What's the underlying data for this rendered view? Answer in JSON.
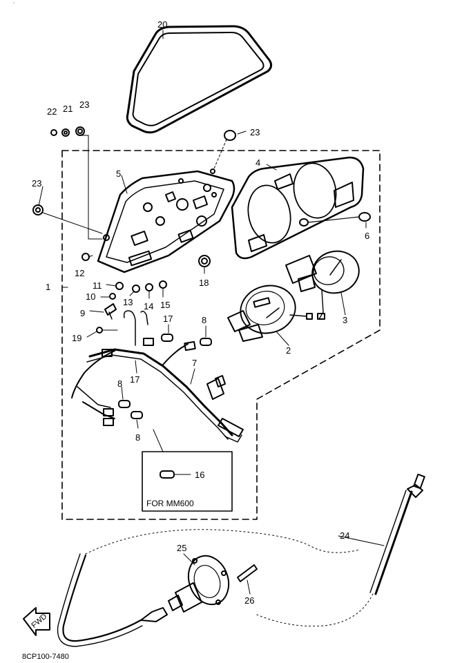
{
  "diagram_code": "8CP100-7480",
  "subset_box_label": "FOR MM600",
  "direction_marker": "FWD",
  "callouts": {
    "c1": "1",
    "c2": "2",
    "c3": "3",
    "c4": "4",
    "c5": "5",
    "c6": "6",
    "c7": "7",
    "c8a": "8",
    "c8b": "8",
    "c8c": "8",
    "c9": "9",
    "c10": "10",
    "c11": "11",
    "c12": "12",
    "c13": "13",
    "c14": "14",
    "c15": "15",
    "c16": "16",
    "c17a": "17",
    "c17b": "17",
    "c18": "18",
    "c19": "19",
    "c20": "20",
    "c21": "21",
    "c22": "22",
    "c23a": "23",
    "c23b": "23",
    "c23c": "23",
    "c24": "24",
    "c25": "25",
    "c26": "26"
  },
  "colors": {
    "ink": "#000000",
    "paper": "#ffffff"
  }
}
